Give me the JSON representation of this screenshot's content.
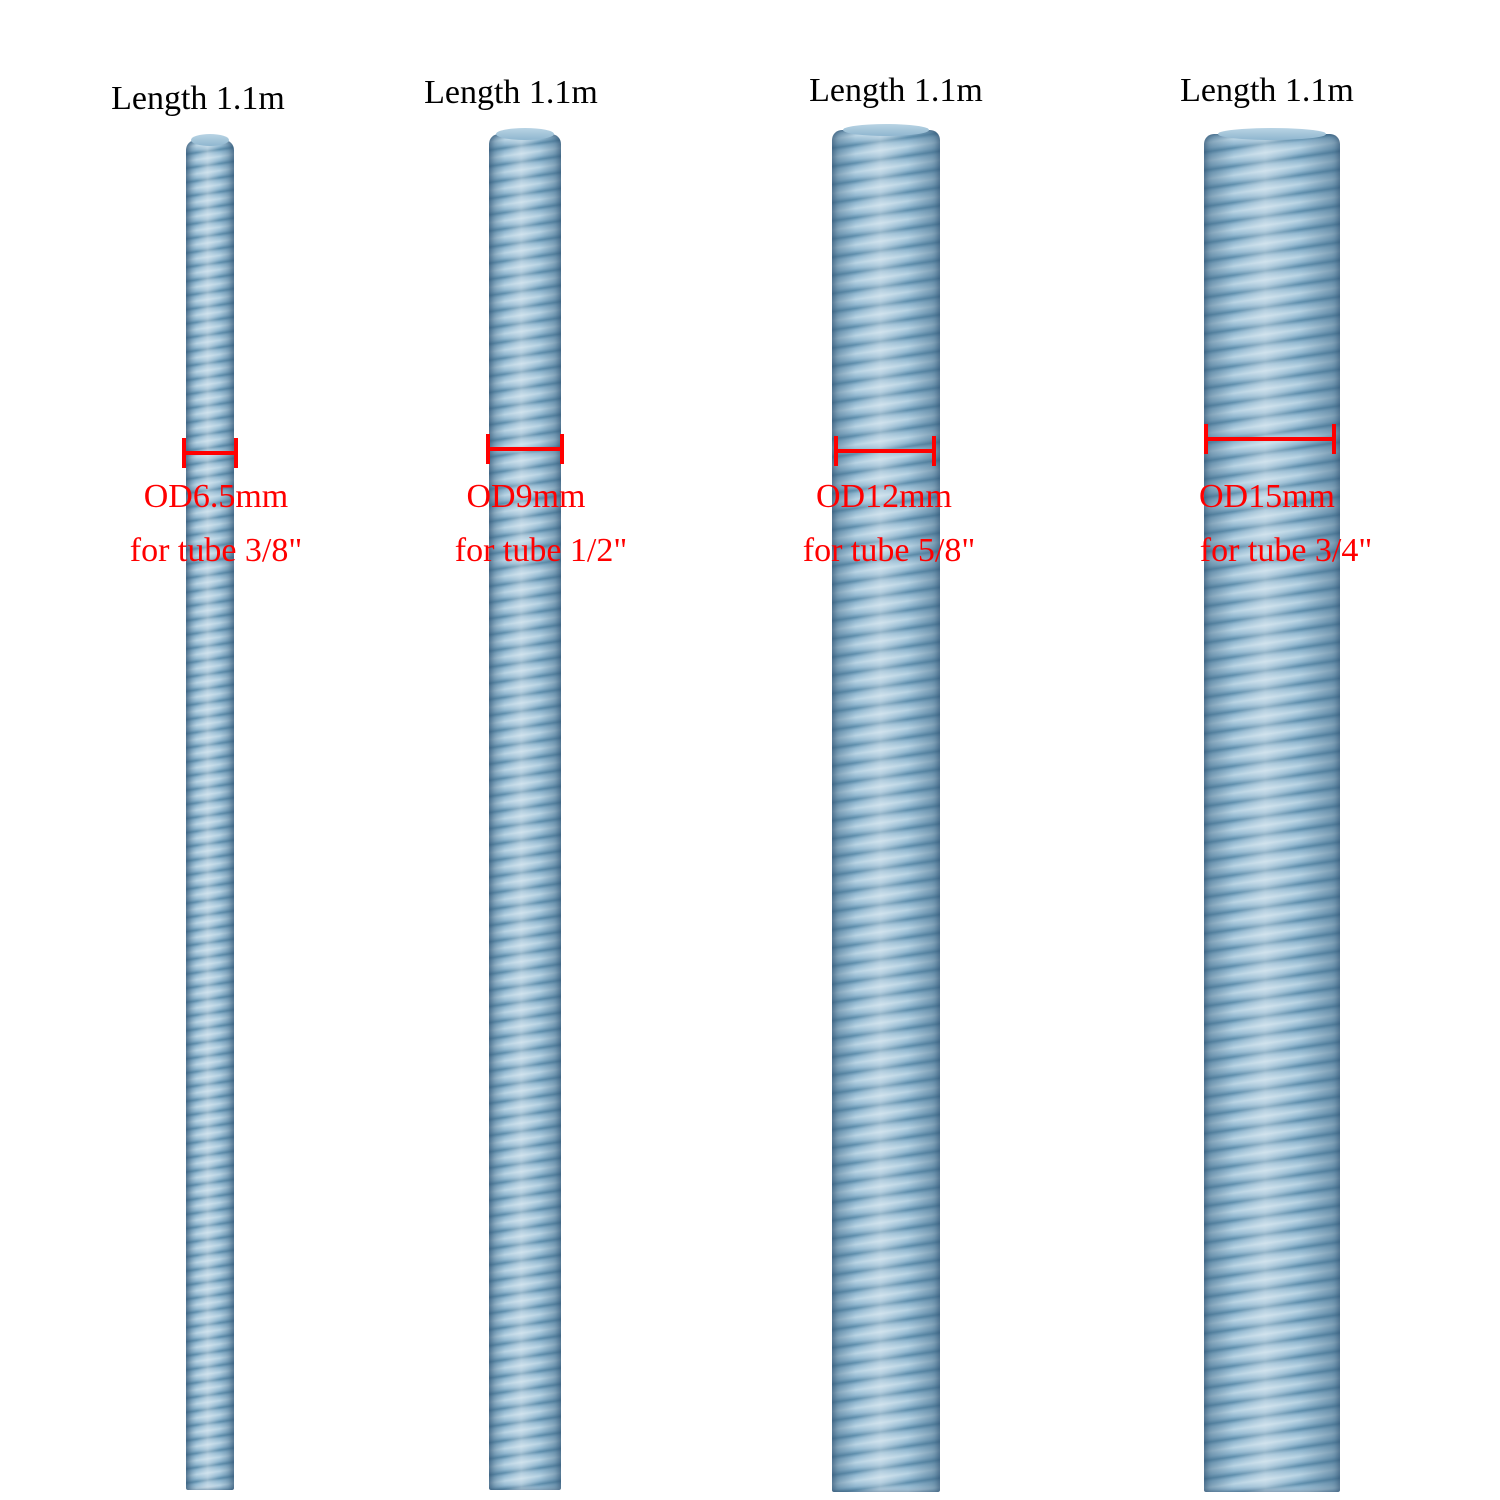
{
  "colors": {
    "annotation": "#ff0000",
    "spring_light": "#b9d4e4",
    "spring_mid": "#8fb6cf",
    "spring_dark": "#5f8fad",
    "text": "#000000"
  },
  "springs": [
    {
      "length_label": "Length 1.1m",
      "od_label": "OD6.5mm",
      "tube_label": "for tube 3/8\""
    },
    {
      "length_label": "Length 1.1m",
      "od_label": "OD9mm",
      "tube_label": "for tube 1/2\""
    },
    {
      "length_label": "Length 1.1m",
      "od_label": "OD12mm",
      "tube_label": "for tube 5/8\""
    },
    {
      "length_label": "Length 1.1m",
      "od_label": "OD15mm",
      "tube_label": "for tube 3/4\""
    }
  ]
}
